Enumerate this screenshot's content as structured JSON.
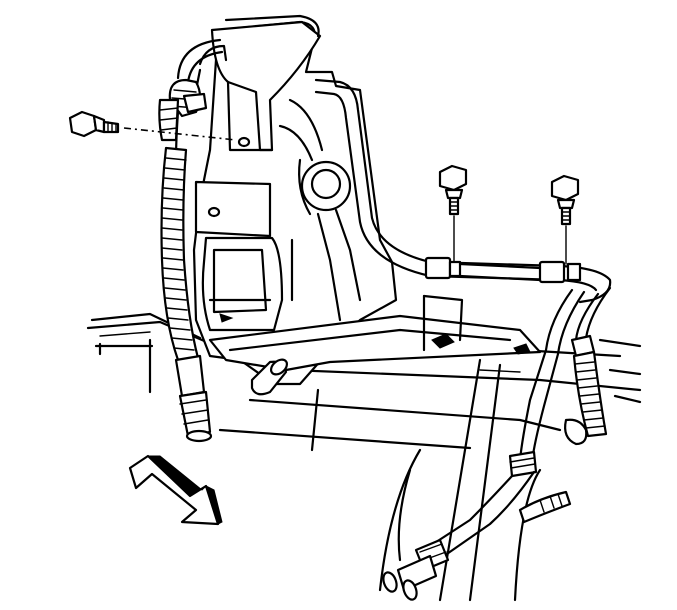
{
  "diagram": {
    "line_color": "#000000",
    "background": "#ffffff",
    "parts": [
      {
        "id": "mounting-bracket"
      },
      {
        "id": "bracket-bolt"
      },
      {
        "id": "clip-bolt-left"
      },
      {
        "id": "clip-bolt-right"
      },
      {
        "id": "hose-left"
      },
      {
        "id": "hose-right"
      },
      {
        "id": "hard-lines"
      },
      {
        "id": "frame-rail"
      },
      {
        "id": "direction-arrow"
      }
    ]
  }
}
